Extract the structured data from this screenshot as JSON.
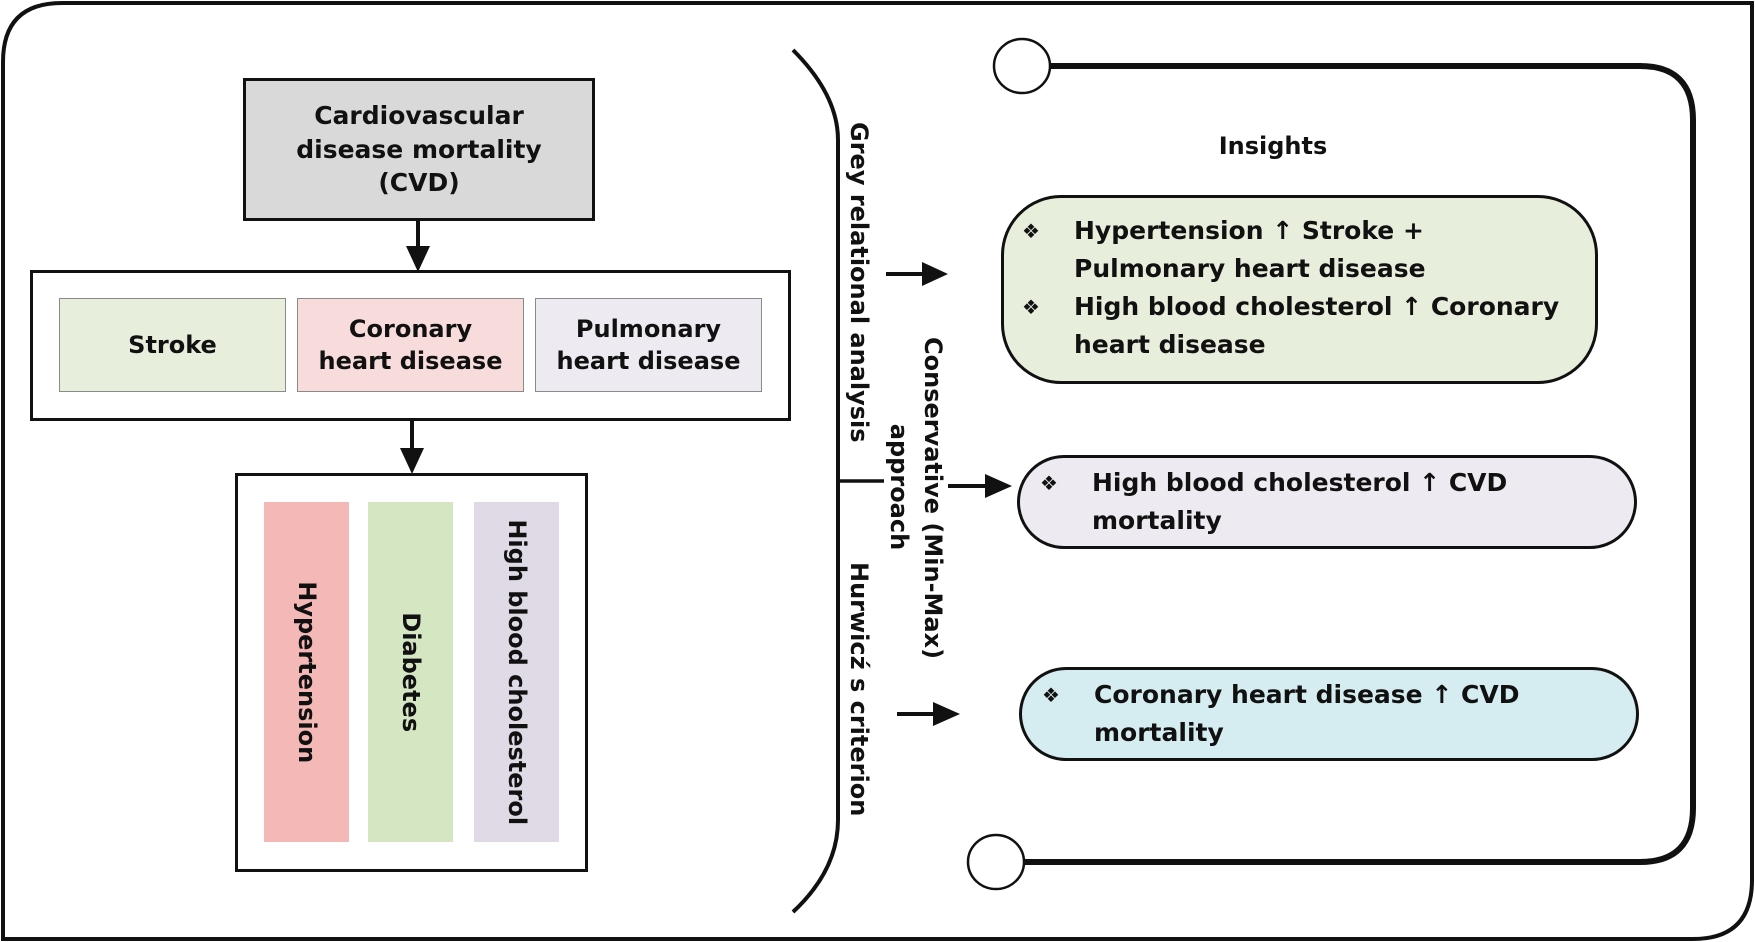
{
  "diagram": {
    "root": {
      "label": "Cardiovascular disease mortality (CVD)",
      "color": "#d9d9d9"
    },
    "outcomes": [
      {
        "label": "Stroke",
        "color": "#e7eedc"
      },
      {
        "label": "Coronary heart disease",
        "color": "#f8dcdb"
      },
      {
        "label": "Pulmonary heart disease",
        "color": "#eeeaf1"
      }
    ],
    "risk_factors": [
      {
        "label": "Hypertension",
        "color": "#f4b9b6"
      },
      {
        "label": "Diabetes",
        "color": "#d5e6c3"
      },
      {
        "label": "High blood cholesterol",
        "color": "#e0d9e6"
      }
    ],
    "methods": [
      {
        "label": "Grey relational analysis"
      },
      {
        "label_line1": "Conservative (Min-Max)",
        "label_line2": "approach"
      },
      {
        "label": "Hurwicź s criterion"
      }
    ],
    "insights": {
      "title": "Insights",
      "bullet_icon": "❖",
      "groups": [
        {
          "color": "#e8eedc",
          "items": [
            "Hypertension ↑ Stroke + Pulmonary heart disease",
            "High blood cholesterol ↑ Coronary heart disease"
          ]
        },
        {
          "color": "#eeeaf1",
          "items": [
            "High blood cholesterol ↑ CVD mortality"
          ]
        },
        {
          "color": "#d5edf1",
          "items": [
            "Coronary heart disease ↑ CVD mortality"
          ]
        }
      ]
    }
  }
}
